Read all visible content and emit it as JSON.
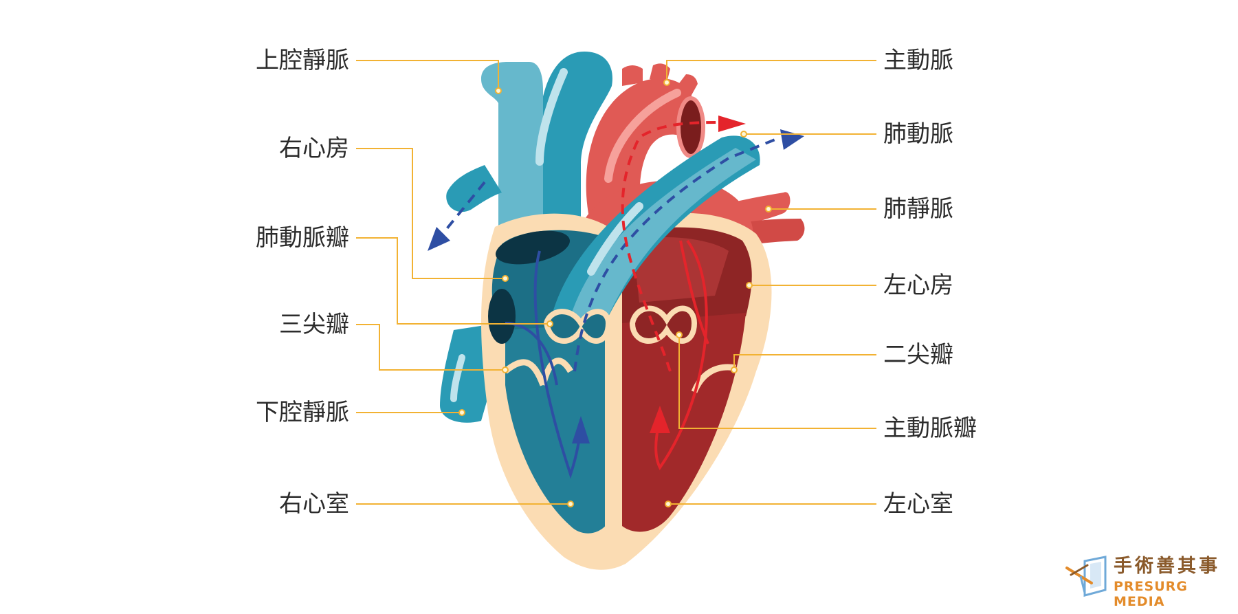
{
  "labels_left": {
    "svc": "上腔靜脈",
    "ra": "右心房",
    "pv_valve": "肺動脈瓣",
    "tricuspid": "三尖瓣",
    "ivc": "下腔靜脈",
    "rv": "右心室"
  },
  "labels_right": {
    "aorta": "主動脈",
    "pa": "肺動脈",
    "pulm_vein": "肺靜脈",
    "la": "左心房",
    "mitral": "二尖瓣",
    "aortic_valve": "主動脈瓣",
    "lv": "左心室"
  },
  "logo": {
    "name_zh": "手術善其事",
    "name_en": "PRESURG MEDIA"
  },
  "colors": {
    "leader_line": "#f2b233",
    "deoxy_blue": "#2a9bb5",
    "deoxy_dark": "#1c6f86",
    "oxy_red": "#e05a55",
    "oxy_dark": "#9e2a2a",
    "wall": "#fbdcb3",
    "arrow_blue": "#2e4ea3",
    "arrow_red": "#e4242b"
  }
}
